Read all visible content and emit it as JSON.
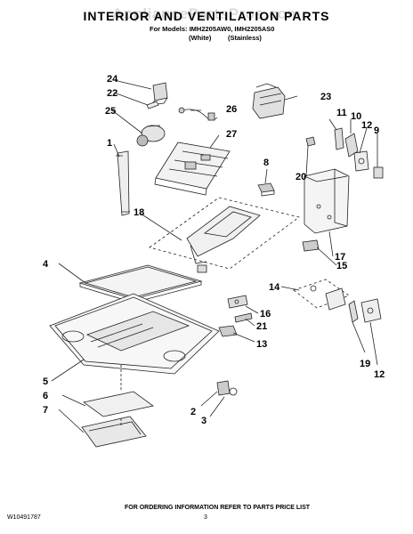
{
  "header": {
    "watermark": "AppliancePartsPros.com",
    "title": "INTERIOR AND VENTILATION PARTS",
    "models_line": "For Models: IMH2205AW0, IMH2205AS0",
    "color_white": "(White)",
    "color_stainless": "(Stainless)"
  },
  "callouts": [
    "24",
    "22",
    "25",
    "26",
    "23",
    "11",
    "10",
    "12",
    "9",
    "1",
    "27",
    "8",
    "20",
    "18",
    "17",
    "15",
    "4",
    "14",
    "16",
    "21",
    "13",
    "5",
    "6",
    "7",
    "2",
    "3",
    "19",
    "12"
  ],
  "footer": {
    "doc_number": "W10491787",
    "page_number": "3",
    "ordering_note": "FOR ORDERING INFORMATION REFER TO PARTS PRICE LIST"
  }
}
